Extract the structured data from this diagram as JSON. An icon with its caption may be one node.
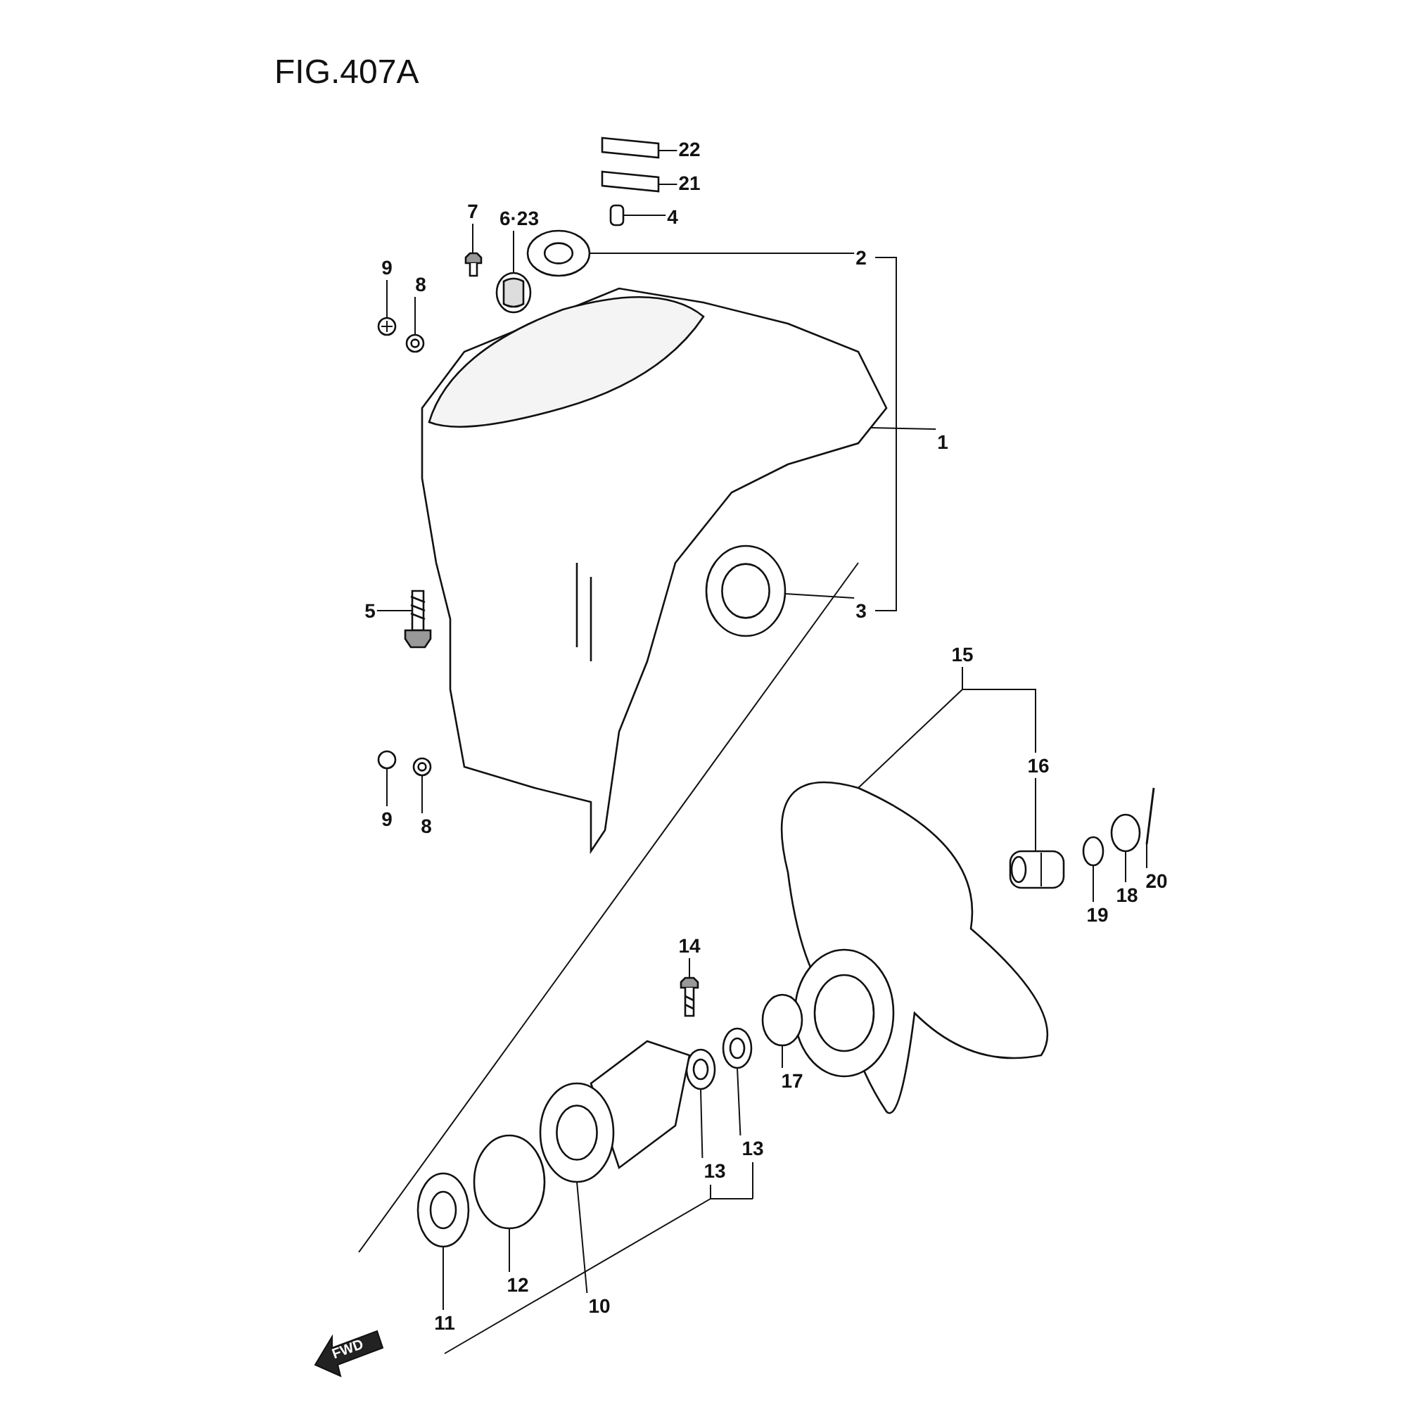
{
  "diagram": {
    "title": "FIG.407A",
    "nodes": [
      {
        "text": [
          "22"
        ]
      },
      {
        "text": [
          "21"
        ]
      },
      {
        "text": [
          "4"
        ]
      },
      {
        "text": [
          "2"
        ]
      },
      {
        "text": [
          "7"
        ]
      },
      {
        "text": [
          "6·23"
        ]
      },
      {
        "text": [
          "9"
        ]
      },
      {
        "text": [
          "8"
        ]
      },
      {
        "text": [
          "1"
        ]
      },
      {
        "text": [
          "5"
        ]
      },
      {
        "text": [
          "3"
        ]
      },
      {
        "text": [
          "9"
        ]
      },
      {
        "text": [
          "8"
        ]
      },
      {
        "text": [
          "15"
        ]
      },
      {
        "text": [
          "16"
        ]
      },
      {
        "text": [
          "20"
        ]
      },
      {
        "text": [
          "19"
        ]
      },
      {
        "text": [
          "18"
        ]
      },
      {
        "text": [
          "14"
        ]
      },
      {
        "text": [
          "17"
        ]
      },
      {
        "text": [
          "13"
        ]
      },
      {
        "text": [
          "13"
        ]
      },
      {
        "text": [
          "11"
        ]
      },
      {
        "text": [
          "12"
        ]
      },
      {
        "text": [
          "10"
        ]
      },
      {
        "text": [],
        "shape": "picture"
      },
      {
        "text": [],
        "shape": "picture"
      },
      {
        "text": [],
        "shape": "picture"
      },
      {
        "text": [],
        "shape": "picture"
      },
      {
        "text": [],
        "shape": "picture"
      },
      {
        "text": [],
        "shape": "picture"
      },
      {
        "text": [],
        "shape": "picture"
      },
      {
        "text": [],
        "shape": "picture"
      },
      {
        "text": [],
        "shape": "picture"
      },
      {
        "text": [],
        "shape": "picture"
      },
      {
        "text": [],
        "shape": "picture"
      },
      {
        "text": [],
        "shape": "picture"
      },
      {
        "text": [],
        "shape": "picture"
      },
      {
        "text": [],
        "shape": "picture"
      },
      {
        "text": [],
        "shape": "picture"
      },
      {
        "text": [],
        "shape": "picture"
      },
      {
        "text": [],
        "shape": "picture"
      },
      {
        "text": [],
        "shape": "picture"
      },
      {
        "text": [],
        "shape": "picture"
      },
      {
        "text": [],
        "shape": "picture"
      },
      {
        "text": [],
        "shape": "picture"
      },
      {
        "text": [],
        "shape": "picture"
      },
      {
        "text": [],
        "shape": "picture"
      },
      {
        "text": [],
        "shape": "picture"
      },
      {
        "text": [],
        "shape": "picture"
      }
    ],
    "edges": [
      {
        "from": 0,
        "to": 25,
        "arrow": "none"
      },
      {
        "from": 1,
        "to": 26,
        "arrow": "none"
      },
      {
        "from": 2,
        "to": 27,
        "arrow": "none"
      },
      {
        "from": 3,
        "to": 28,
        "arrow": "none"
      },
      {
        "from": 4,
        "to": 29,
        "arrow": "none"
      },
      {
        "from": 5,
        "to": 30,
        "arrow": "none"
      },
      {
        "from": 6,
        "to": 31,
        "arrow": "none"
      },
      {
        "from": 7,
        "to": 32,
        "arrow": "none"
      },
      {
        "from": 8,
        "to": 33,
        "arrow": "none"
      },
      {
        "from": 9,
        "to": 34,
        "arrow": "none"
      },
      {
        "from": 10,
        "to": 35,
        "arrow": "none"
      },
      {
        "from": 11,
        "to": 36,
        "arrow": "none"
      },
      {
        "from": 12,
        "to": 37,
        "arrow": "none"
      },
      {
        "from": 13,
        "to": 38,
        "arrow": "none"
      },
      {
        "from": 14,
        "to": 39,
        "arrow": "none"
      },
      {
        "from": 15,
        "to": 40,
        "arrow": "none"
      },
      {
        "from": 16,
        "to": 41,
        "arrow": "none"
      },
      {
        "from": 17,
        "to": 42,
        "arrow": "none"
      },
      {
        "from": 18,
        "to": 43,
        "arrow": "none"
      },
      {
        "from": 19,
        "to": 44,
        "arrow": "none"
      },
      {
        "from": 20,
        "to": 45,
        "arrow": "none"
      },
      {
        "from": 21,
        "to": 46,
        "arrow": "none"
      },
      {
        "from": 22,
        "to": 47,
        "arrow": "none"
      },
      {
        "from": 23,
        "to": 48,
        "arrow": "none"
      },
      {
        "from": 24,
        "to": 49,
        "arrow": "none"
      },
      {
        "from": 13,
        "to": 14,
        "arrow": "none"
      }
    ],
    "labels": [
      "FWD"
    ]
  }
}
